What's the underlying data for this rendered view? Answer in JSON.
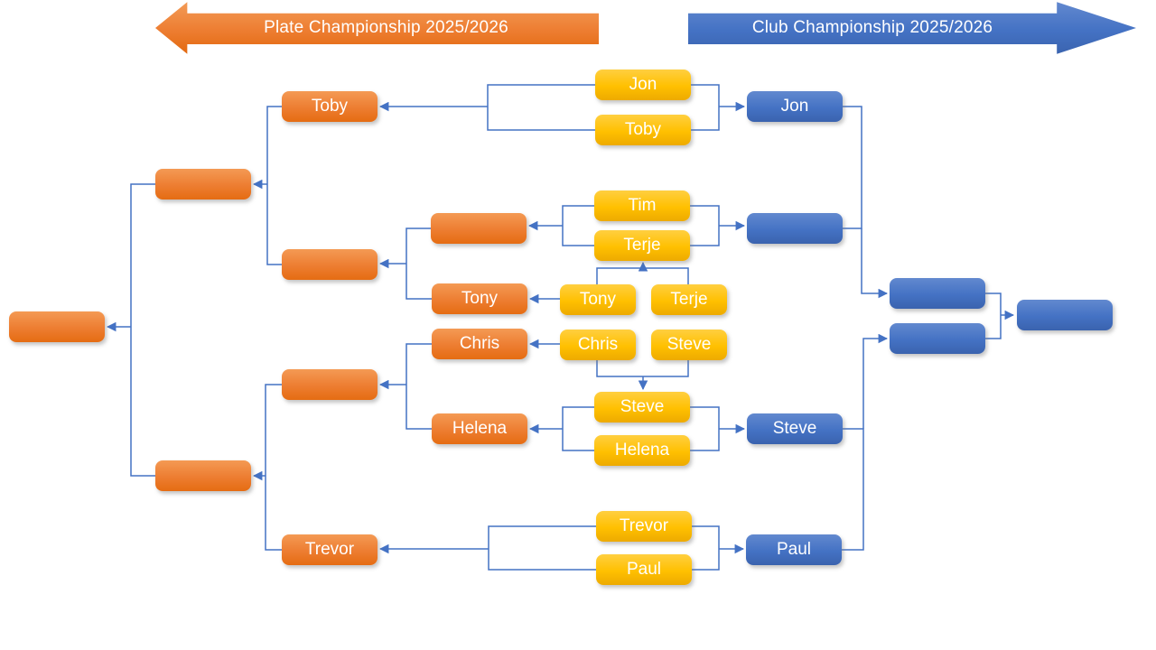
{
  "banners": {
    "plate": {
      "label": "Plate Championship 2025/2026",
      "color": "#ED7D31",
      "direction": "left"
    },
    "club": {
      "label": "Club Championship 2025/2026",
      "color": "#4472C4",
      "direction": "right"
    }
  },
  "colors": {
    "plate_node": "#ED7D31",
    "qualifier_node": "#FFC000",
    "club_node": "#4472C4",
    "connector": "#4472C4",
    "node_text": "#FFFFFF"
  },
  "nodes": {
    "q_jon": "Jon",
    "q_toby": "Toby",
    "q_tim": "Tim",
    "q_terje": "Terje",
    "q_tony_prelim": "Tony",
    "q_terje_prelim": "Terje",
    "q_chris_prelim": "Chris",
    "q_steve_prelim": "Steve",
    "q_steve": "Steve",
    "q_helena": "Helena",
    "q_trevor": "Trevor",
    "q_paul": "Paul",
    "p_toby": "Toby",
    "p_tt_loser": "",
    "p_tony": "Tony",
    "p_chris": "Chris",
    "p_helena": "Helena",
    "p_trevor": "Trevor",
    "p_qf1": "",
    "p_qf2": "",
    "p_semi1": "",
    "p_semi2": "",
    "p_final": "",
    "c_jon": "Jon",
    "c_tt_winner": "",
    "c_steve": "Steve",
    "c_paul": "Paul",
    "c_semi1": "",
    "c_semi2": "",
    "c_final": ""
  }
}
